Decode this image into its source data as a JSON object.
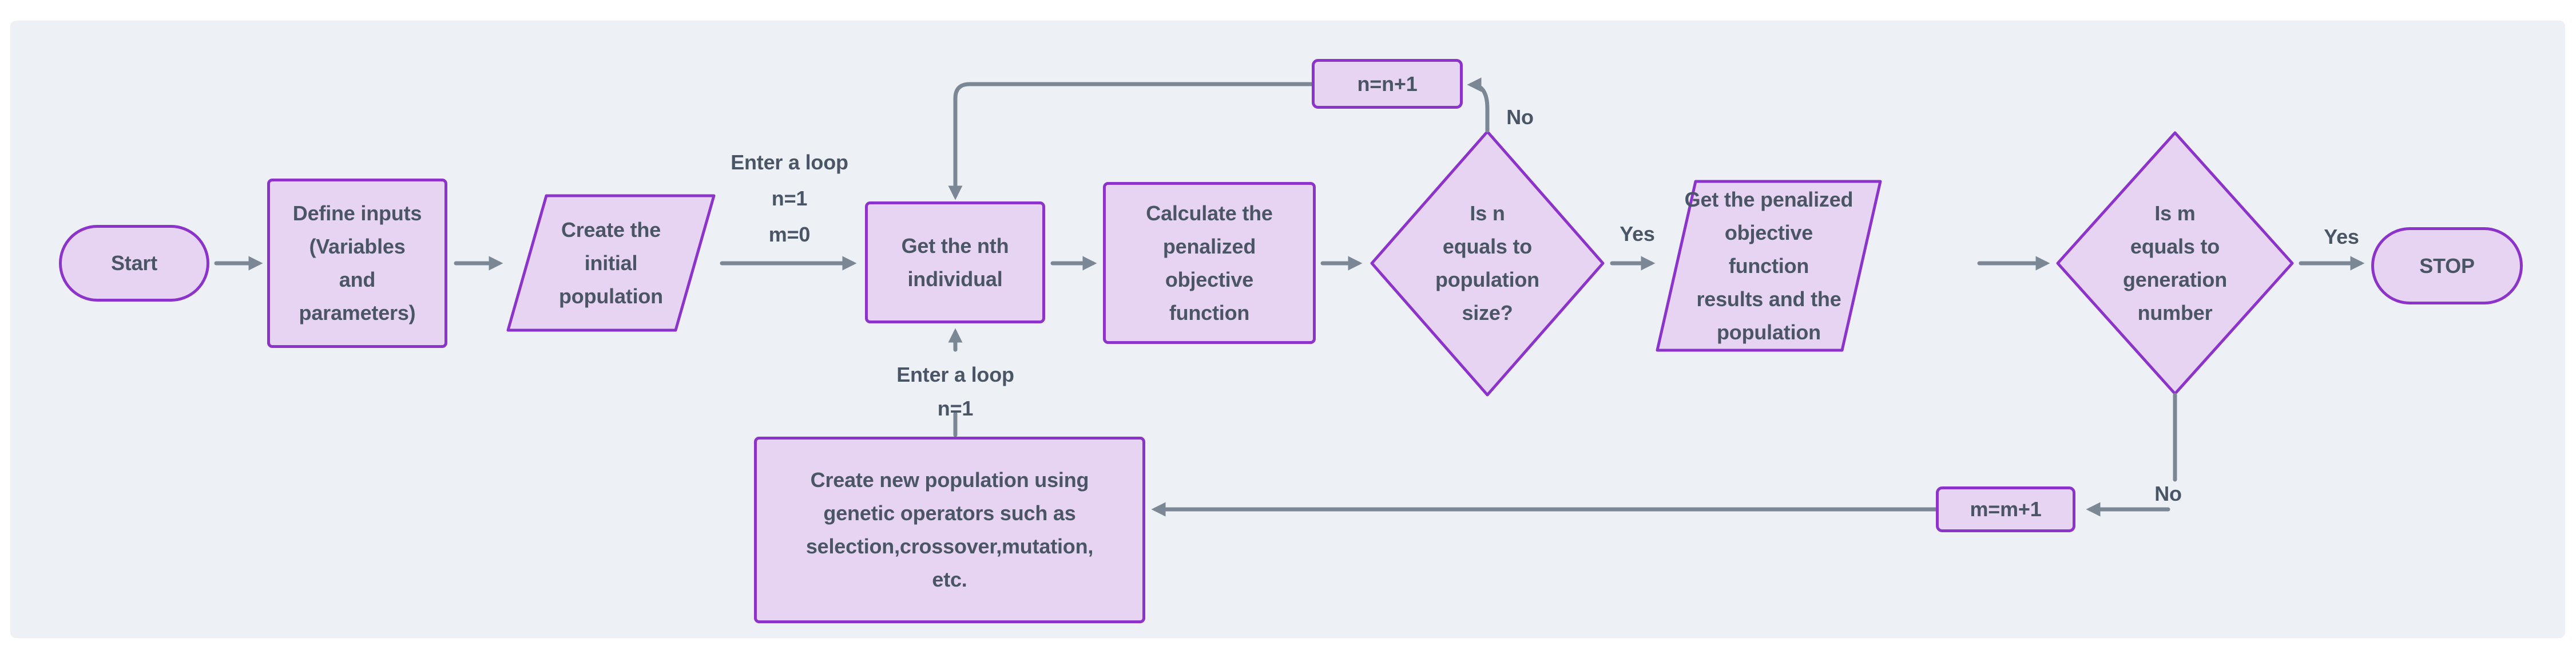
{
  "diagram_type": "flowchart",
  "colors": {
    "canvas_background": "#edf1f6",
    "page_background": "#ffffff",
    "node_fill": "#e6d4f2",
    "node_border": "#8c33cb",
    "text": "#4a5566",
    "connector": "#7b8794"
  },
  "nodes": {
    "start": {
      "label": "Start",
      "shape": "terminator"
    },
    "define_inputs": {
      "label": "Define inputs\n(Variables\nand\nparameters)",
      "shape": "process"
    },
    "create_initial_population": {
      "label": "Create the\ninitial\npopulation",
      "shape": "input-output"
    },
    "get_nth_individual": {
      "label": "Get the nth\nindividual",
      "shape": "process"
    },
    "calculate_penalized_objective": {
      "label": "Calculate the\npenalized\nobjective\nfunction",
      "shape": "process"
    },
    "is_n_equals_population_size": {
      "label": "Is n\nequals to\npopulation\nsize?",
      "shape": "decision"
    },
    "n_increment": {
      "label": "n=n+1",
      "shape": "process"
    },
    "get_penalized_results": {
      "label": "Get the penalized\nobjective function\nresults and the\npopulation",
      "shape": "input-output"
    },
    "is_m_equals_generation_number": {
      "label": "Is m\nequals to\ngeneration\nnumber",
      "shape": "decision"
    },
    "m_increment": {
      "label": "m=m+1",
      "shape": "process"
    },
    "create_new_population": {
      "label": "Create new population using\ngenetic operators such as\nselection,crossover,mutation,\netc.",
      "shape": "process"
    },
    "stop": {
      "label": "STOP",
      "shape": "terminator"
    }
  },
  "edge_labels": {
    "enter_loop_top": {
      "text": "Enter a loop\nn=1\nm=0"
    },
    "enter_loop_bottom": {
      "text": "Enter a loop\nn=1"
    },
    "yes_population": {
      "text": "Yes"
    },
    "no_population": {
      "text": "No"
    },
    "yes_generation": {
      "text": "Yes"
    },
    "no_generation": {
      "text": "No"
    }
  }
}
